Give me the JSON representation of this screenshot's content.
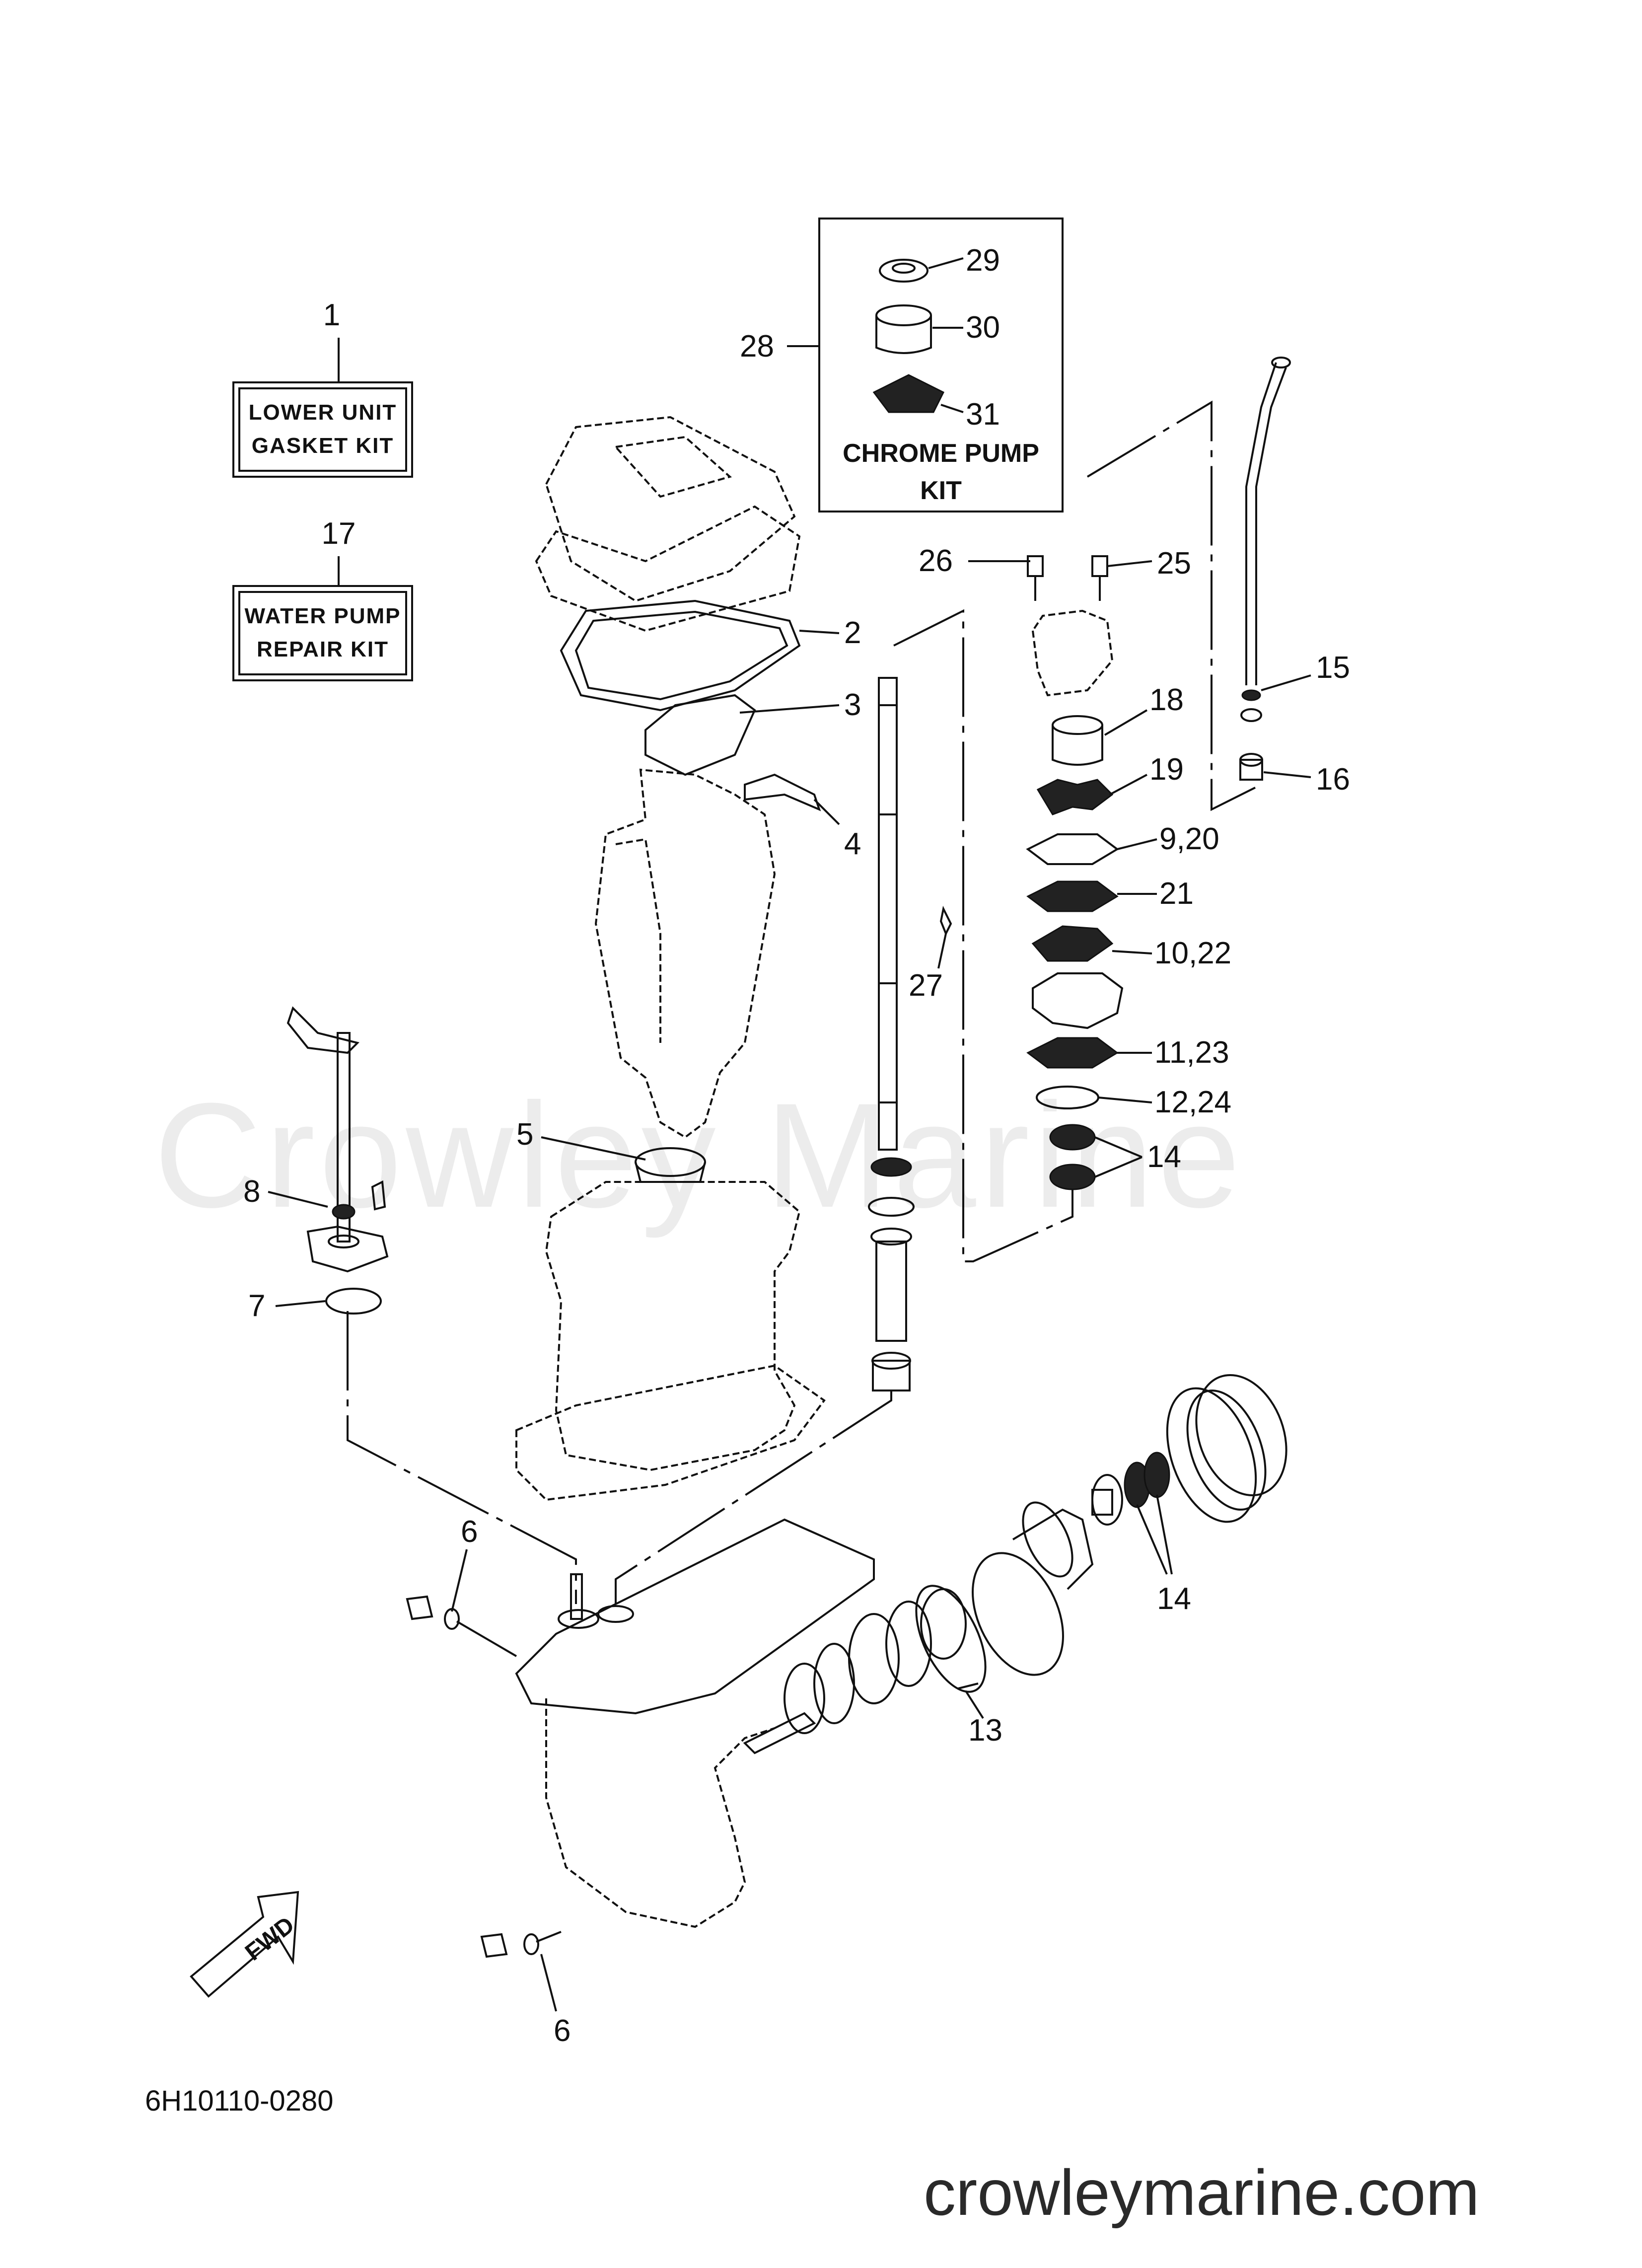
{
  "watermark": "Crowley Marine",
  "site": "crowleymarine.com",
  "drawing_code": "6H10110-0280",
  "fwd_label": "FWD",
  "kits": {
    "gasket_kit": {
      "number": "1",
      "line1": "LOWER UNIT",
      "line2": "GASKET KIT"
    },
    "water_pump_kit": {
      "number": "17",
      "line1": "WATER PUMP",
      "line2": "REPAIR KIT"
    },
    "chrome_pump_kit": {
      "number": "28",
      "line1": "CHROME PUMP",
      "line2": "KIT"
    }
  },
  "callouts": {
    "c2": "2",
    "c3": "3",
    "c4": "4",
    "c5": "5",
    "c6a": "6",
    "c6b": "6",
    "c7": "7",
    "c8": "8",
    "c9_20": "9,20",
    "c10_22": "10,22",
    "c11_23": "11,23",
    "c12_24": "12,24",
    "c13": "13",
    "c14a": "14",
    "c14b": "14",
    "c15": "15",
    "c16": "16",
    "c18": "18",
    "c19": "19",
    "c21": "21",
    "c25": "25",
    "c26": "26",
    "c27": "27",
    "c29": "29",
    "c30": "30",
    "c31": "31"
  }
}
